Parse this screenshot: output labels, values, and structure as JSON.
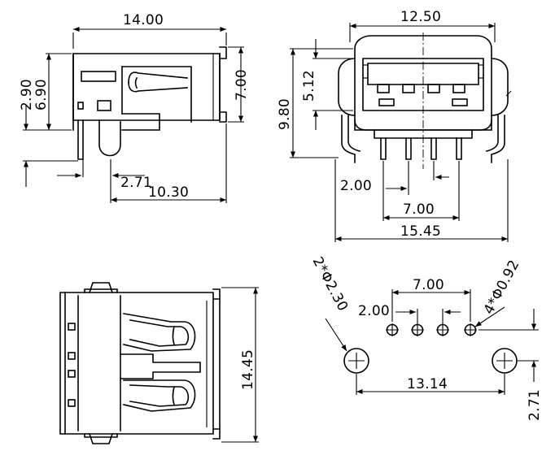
{
  "side_view": {
    "width_top": "14.00",
    "height_left_outer": "2.90",
    "height_left_inner": "6.90",
    "height_right": "7.00",
    "offset_small": "2.71",
    "offset_large": "10.30"
  },
  "front_view": {
    "width_top": "12.50",
    "height_inner": "5.12",
    "height_outer": "9.80",
    "pin_pitch": "2.00",
    "pin_span": "7.00",
    "overall_width": "15.45"
  },
  "top_view": {
    "depth": "14.45"
  },
  "pcb_layout": {
    "mount_hole": "2*Φ2.30",
    "signal_hole": "4*Φ0.92",
    "pin_span": "7.00",
    "pin_pitch": "2.00",
    "hole_span": "13.14",
    "row_offset": "2.71"
  }
}
